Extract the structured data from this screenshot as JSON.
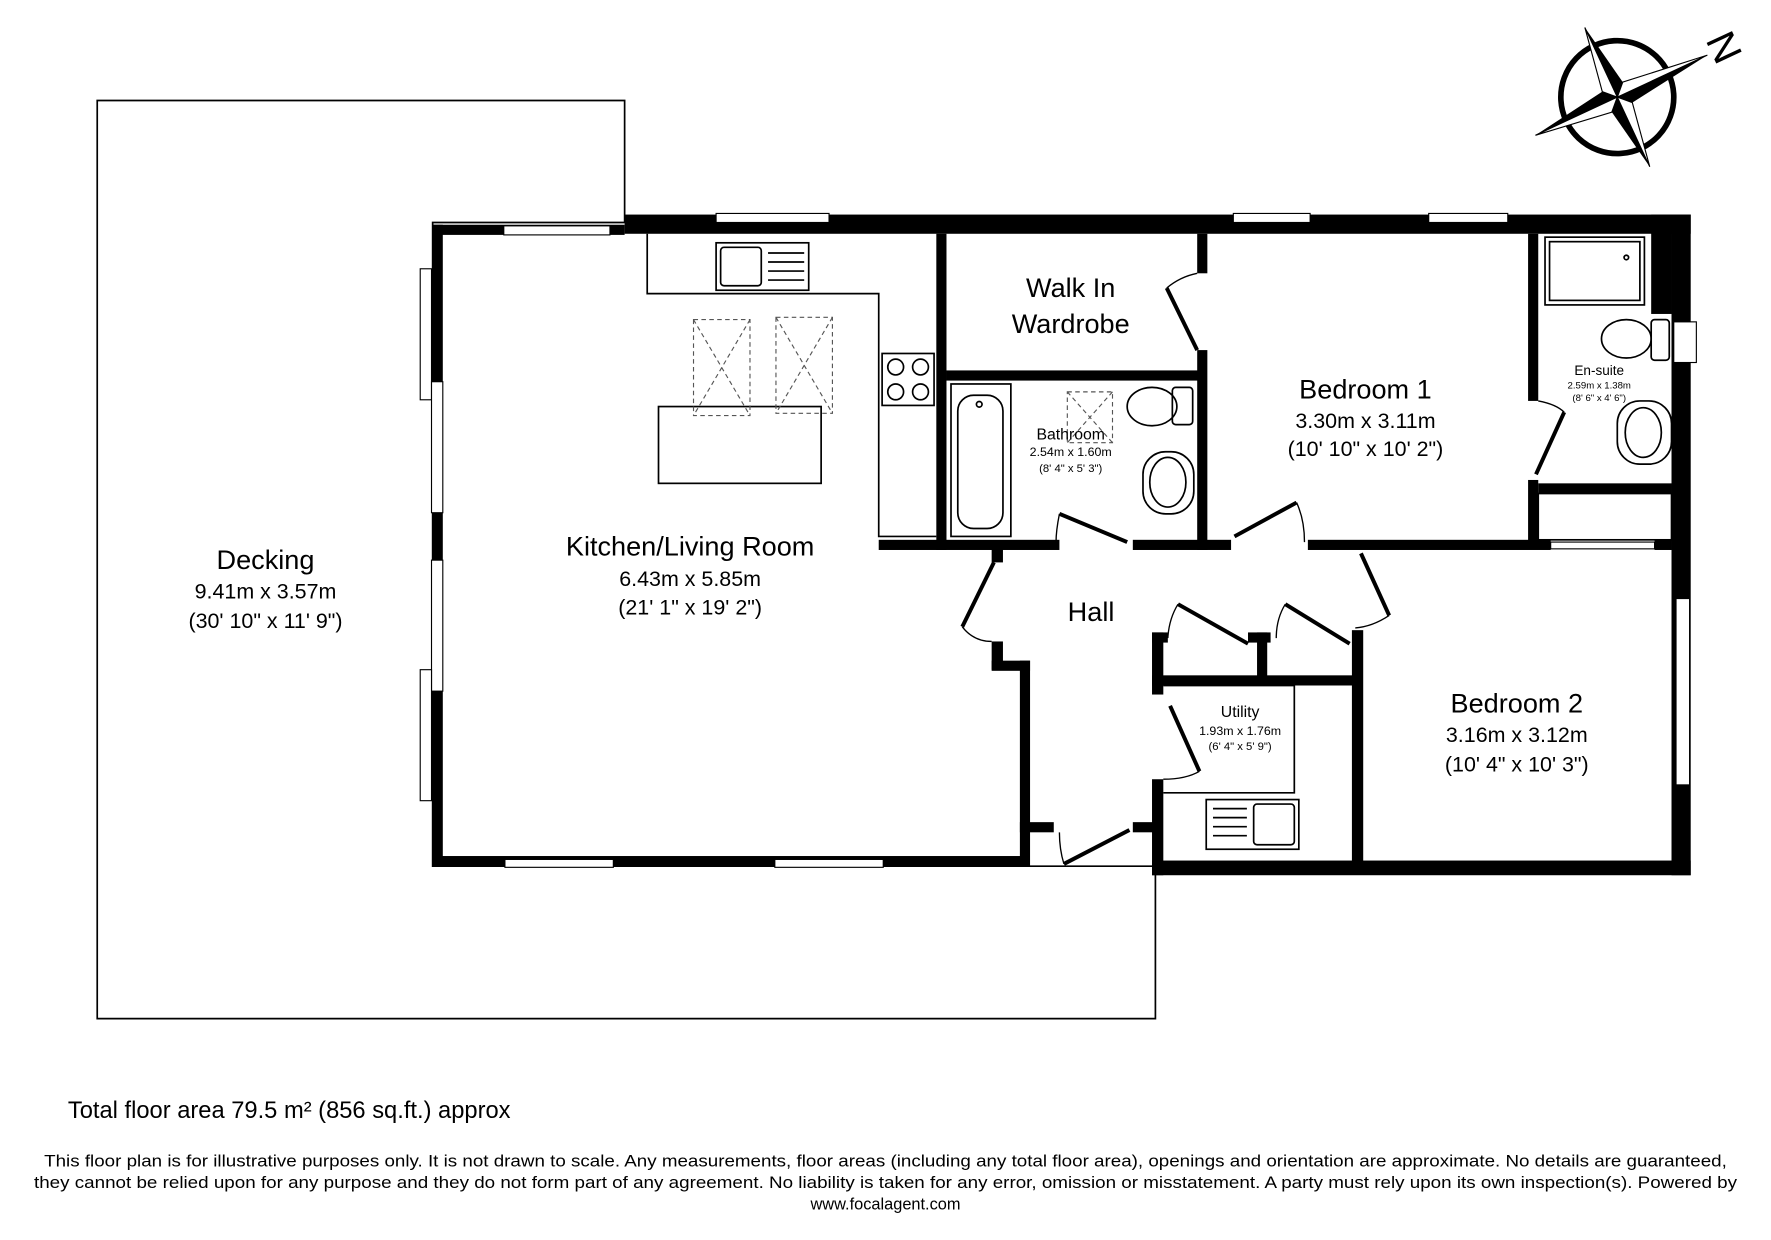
{
  "rooms": {
    "decking": {
      "name": "Decking",
      "metric": "9.41m x 3.57m",
      "imperial": "(30' 10\" x 11' 9\")"
    },
    "kitchen": {
      "name": "Kitchen/Living Room",
      "metric": "6.43m x 5.85m",
      "imperial": "(21' 1\" x 19' 2\")"
    },
    "wardrobe": {
      "line1": "Walk In",
      "line2": "Wardrobe"
    },
    "bedroom1": {
      "name": "Bedroom 1",
      "metric": "3.30m x 3.11m",
      "imperial": "(10' 10\" x 10' 2\")"
    },
    "ensuite": {
      "name": "En-suite",
      "metric": "2.59m x 1.38m",
      "imperial": "(8' 6\" x 4' 6\")"
    },
    "bathroom": {
      "name": "Bathroom",
      "metric": "2.54m x 1.60m",
      "imperial": "(8' 4\" x 5' 3\")"
    },
    "hall": {
      "name": "Hall"
    },
    "utility": {
      "name": "Utility",
      "metric": "1.93m x 1.76m",
      "imperial": "(6' 4\" x 5' 9\")"
    },
    "bedroom2": {
      "name": "Bedroom 2",
      "metric": "3.16m x 3.12m",
      "imperial": "(10' 4\" x 10' 3\")"
    }
  },
  "compass": {
    "label": "N",
    "icon": "north-compass-icon"
  },
  "footer": {
    "total_area": "Total floor area 79.5 m² (856 sq.ft.) approx",
    "disclaimer_line1": "This floor plan is for illustrative purposes only. It is not drawn to scale. Any measurements, floor areas (including any total floor area), openings and orientation are approximate. No details are guaranteed,",
    "disclaimer_line2": "they cannot be relied upon for any purpose and they do not form part of any agreement. No liability is taken for any error, omission or misstatement. A party must rely upon its own inspection(s).  Powered by",
    "disclaimer_line3": "www.focalagent.com"
  }
}
